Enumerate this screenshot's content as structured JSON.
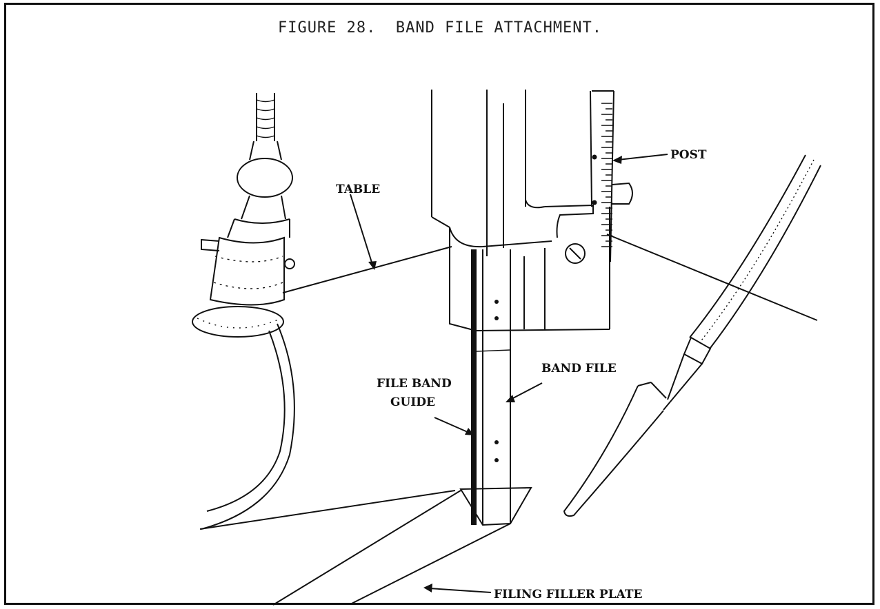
{
  "figure": {
    "title": "FIGURE 28.  BAND FILE ATTACHMENT."
  },
  "labels": {
    "post": "POST",
    "table": "TABLE",
    "band_file": "BAND FILE",
    "file_band_guide_line1": "FILE BAND",
    "file_band_guide_line2": "GUIDE",
    "filing_filler_plate": "FILING FILLER PLATE"
  }
}
